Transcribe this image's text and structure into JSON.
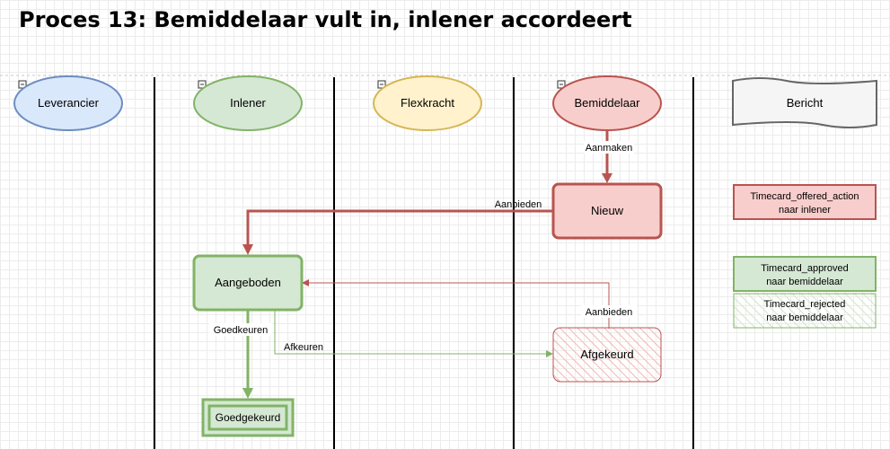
{
  "title": "Proces 13: Bemiddelaar vult in, inlener accordeert",
  "lanes": [
    {
      "label": "Leverancier",
      "fill": "#dae8fc",
      "stroke": "#6c8ebf"
    },
    {
      "label": "Inlener",
      "fill": "#d5e8d4",
      "stroke": "#82b366"
    },
    {
      "label": "Flexkracht",
      "fill": "#fff2cc",
      "stroke": "#d6b656"
    },
    {
      "label": "Bemiddelaar",
      "fill": "#f8cecc",
      "stroke": "#b85450"
    },
    {
      "label": "Bericht",
      "fill": "#f5f5f5",
      "stroke": "#666666"
    }
  ],
  "states": {
    "nieuw": "Nieuw",
    "aangeboden": "Aangeboden",
    "afgekeurd": "Afgekeurd",
    "goedgekeurd": "Goedgekeurd"
  },
  "edges": {
    "aanmaken": "Aanmaken",
    "aanbieden": "Aanbieden",
    "goedkeuren": "Goedkeuren",
    "afkeuren": "Afkeuren",
    "aanbieden_again": "Aanbieden"
  },
  "messages": {
    "offered": [
      "Timecard_offered_action",
      "naar inlener"
    ],
    "approved": [
      "Timecard_approved",
      "naar bemiddelaar"
    ],
    "rejected": [
      "Timecard_rejected",
      "naar bemiddelaar"
    ]
  },
  "colors": {
    "red_stroke": "#b85450",
    "red_fill": "#f8cecc",
    "green_stroke": "#82b366",
    "green_fill": "#d5e8d4"
  }
}
